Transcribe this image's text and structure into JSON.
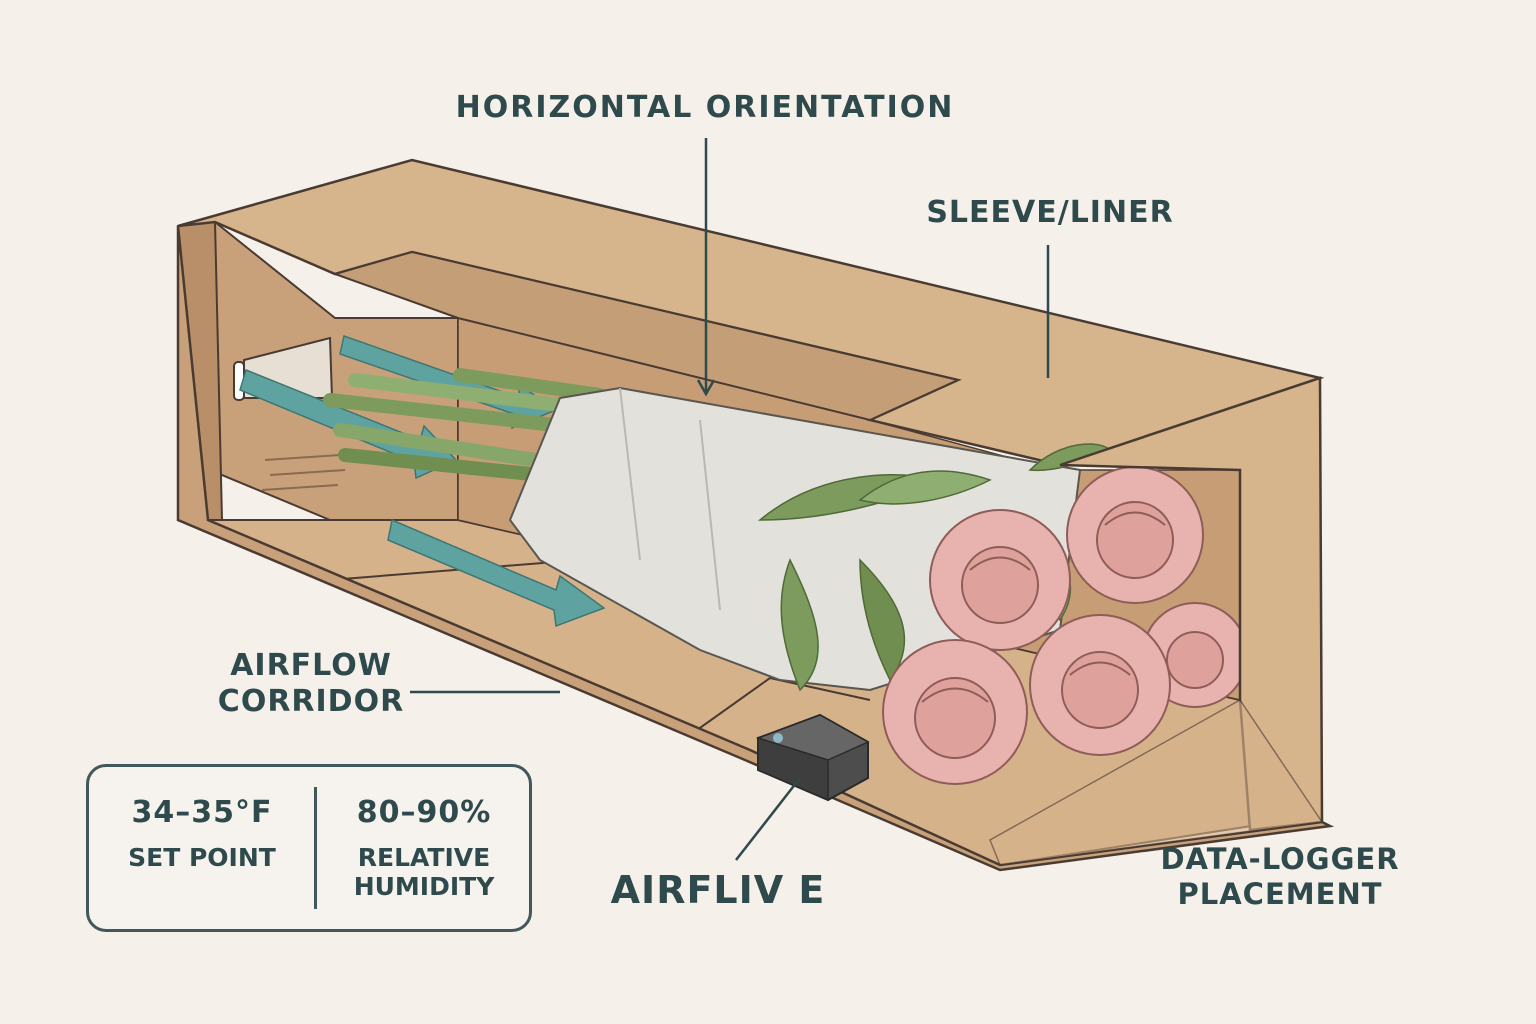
{
  "labels": {
    "horizontal_orientation": "HORIZONTAL ORIENTATION",
    "sleeve_liner": "SLEEVE/LINER",
    "airflow_corridor": [
      "AIRFLOW",
      "CORRIDOR"
    ],
    "airflive": "AIRFLIV E",
    "data_logger_placement": [
      "DATA-LOGGER",
      "PLACEMENT"
    ]
  },
  "specs": {
    "temperature": {
      "value": "34–35°F",
      "caption": [
        "SET POINT"
      ]
    },
    "humidity": {
      "value": "80–90%",
      "caption": [
        "RELATIVE",
        "HUMIDITY"
      ]
    }
  },
  "colors": {
    "background": "#f5f0ea",
    "cardboard": "#d2ad85",
    "cardboard_dark": "#c29a72",
    "outline": "#4a3b32",
    "label_text": "#2f4a4c",
    "airflow_arrow": "#5fa3a0",
    "peony_pink": "#e8b3ae",
    "leaf_green": "#7d9b5c",
    "sleeve_white": "#e3e1dc",
    "logger_gray": "#4d4d4d"
  }
}
